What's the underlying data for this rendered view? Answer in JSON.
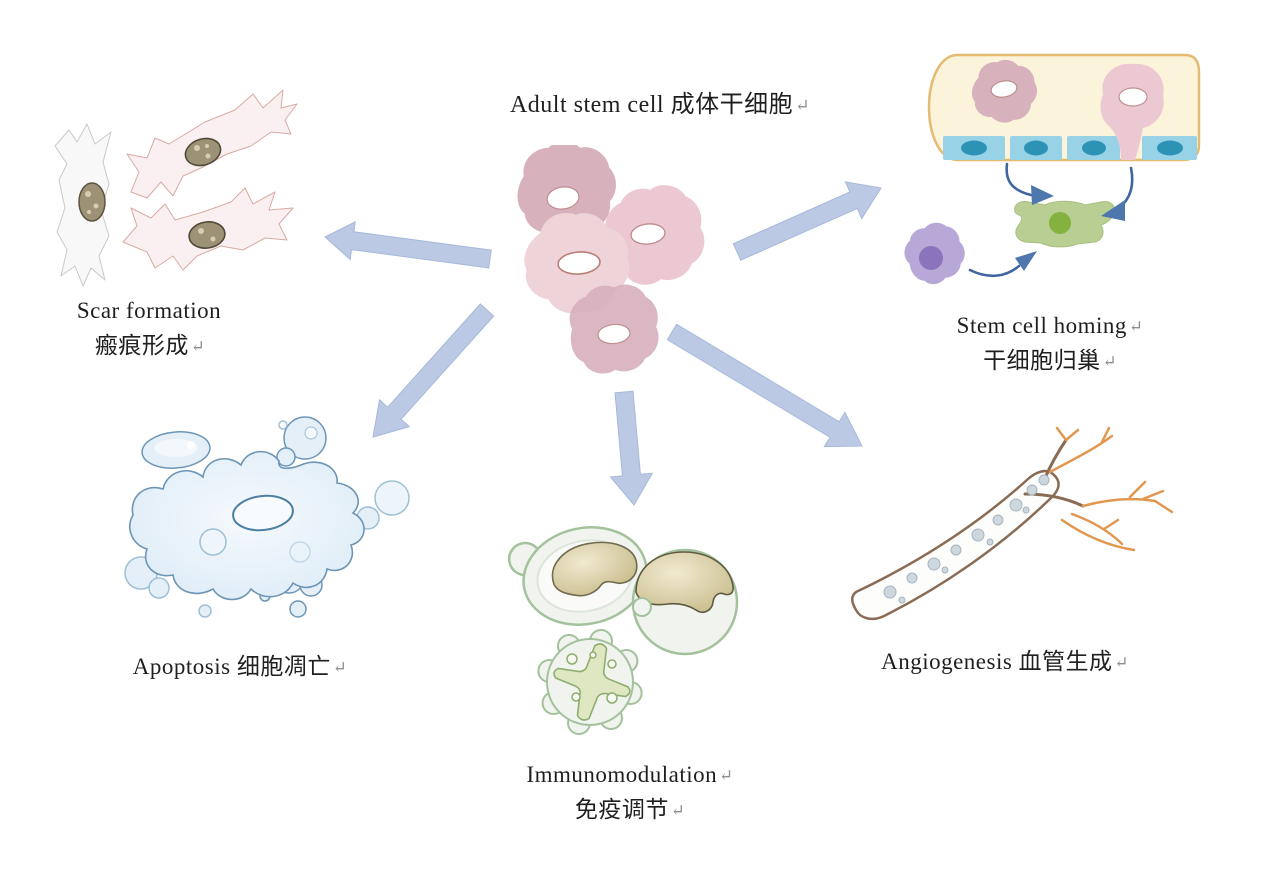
{
  "figure": {
    "description": "Adult stem cell functions diagram",
    "center_node": "Adult stem cell 成体干细胞",
    "outcomes": [
      "Scar formation 瘢痕形成",
      "Stem cell homing 干细胞归巢",
      "Apoptosis 细胞凋亡",
      "Immunomodulation 免疫调节",
      "Angiogenesis 血管生成"
    ]
  },
  "labels": {
    "title": {
      "line1": "Adult stem cell 成体干细胞",
      "mark1": "↵"
    },
    "scar": {
      "line1": "Scar formation",
      "mark1": "",
      "line2": "瘢痕形成",
      "mark2": "↵"
    },
    "homing": {
      "line1": "Stem cell homing",
      "mark1": "↵",
      "line2": "干细胞归巢",
      "mark2": "↵"
    },
    "apoptosis": {
      "line1": "Apoptosis 细胞凋亡",
      "mark1": "↵"
    },
    "immuno": {
      "line1": "Immunomodulation",
      "mark1": "↵",
      "line2": "免疫调节",
      "mark2": "↵"
    },
    "angio": {
      "line1": "Angiogenesis 血管生成",
      "mark1": "↵"
    }
  },
  "colors": {
    "text": "#1f1f1f",
    "mark_gray": "#8f8f8f",
    "arrow_fill": "#bcc9e4",
    "arrow_edge": "#a6b9da",
    "curve_arrow": "#3f66a0",
    "curve_arrow_head": "#4e77ad",
    "stem_cell_pink_dark": "#d7b2bd",
    "stem_cell_pink": "#ecc9d2",
    "stem_cell_pink_light": "#eed3d9",
    "nucleus_rim": "#c08f8f",
    "vessel_cream": "#fbf4da",
    "vessel_border": "#e5ba71",
    "endothelial_blue": "#97d2e6",
    "endothelial_nucleus": "#2d93b5",
    "target_green": "#b8ce93",
    "target_green_nucleus": "#85b13f",
    "immune_purple": "#b8a8d7",
    "immune_purple_nucleus": "#8b74bb",
    "fibroblast_fill": "#fbf0f1",
    "fibroblast_edge": "#d8aba4",
    "fibroblast_nucleus": "#9e9276",
    "apoptosis_edge": "#6d95b6",
    "apoptosis_fill": "#e9f3fa",
    "immuno_cell_edge": "#a3c29c",
    "immuno_cell_fill": "#f1f3ef",
    "immuno_nucleus_tan": "#cfc193",
    "angio_brown": "#8a6c55",
    "angio_orange": "#e09850"
  }
}
